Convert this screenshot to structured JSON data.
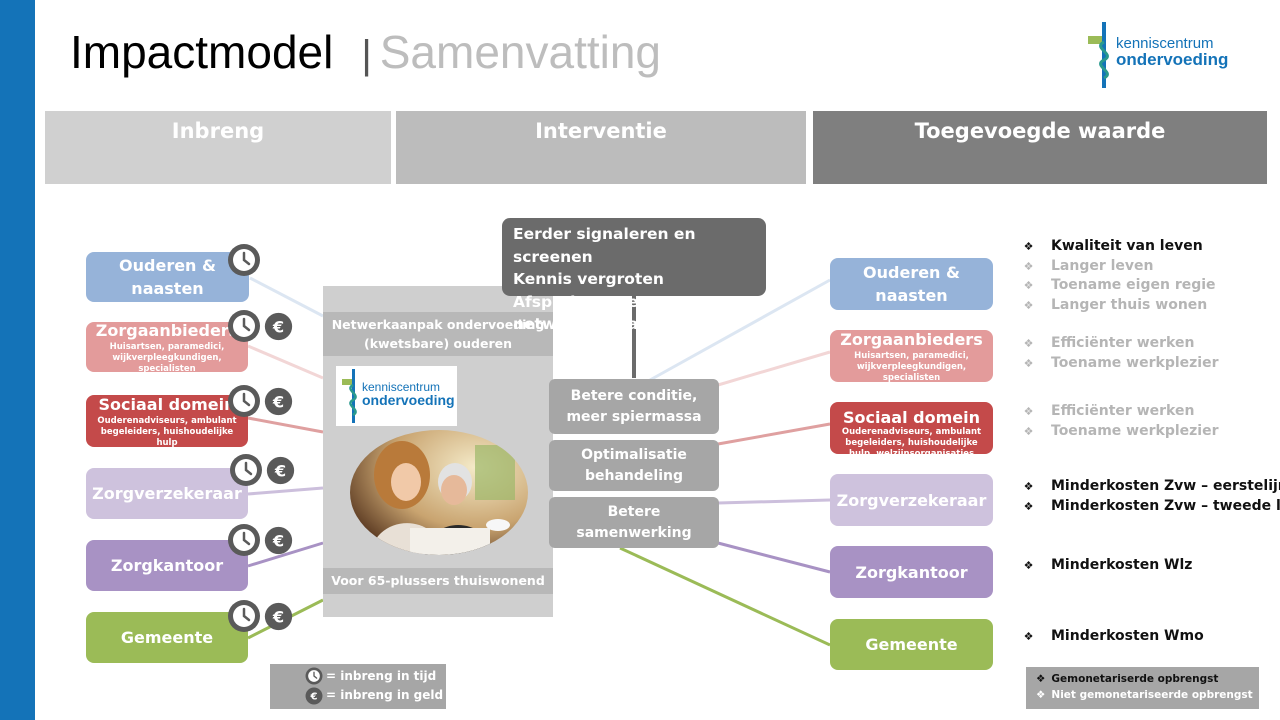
{
  "title": {
    "main": "Impactmodel",
    "separator": "|",
    "sub": "Samenvatting"
  },
  "logo": {
    "line1": "kenniscentrum",
    "line2": "ondervoeding"
  },
  "headers": {
    "inbreng": "Inbreng",
    "interventie": "Interventie",
    "waarde": "Toegevoegde waarde"
  },
  "stakeholders_left": [
    {
      "title": "Ouderen & naasten",
      "sub": ""
    },
    {
      "title": "Zorgaanbieders",
      "sub": "Huisartsen, paramedici, wijkverpleegkundigen, specialisten"
    },
    {
      "title": "Sociaal domein",
      "sub": "Ouderenadviseurs, ambulant begeleiders, huishoudelijke hulp"
    },
    {
      "title": "Zorgverzekeraar",
      "sub": ""
    },
    {
      "title": "Zorgkantoor",
      "sub": ""
    },
    {
      "title": "Gemeente",
      "sub": ""
    }
  ],
  "stakeholders_right": [
    {
      "title": "Ouderen & naasten",
      "sub": ""
    },
    {
      "title": "Zorgaanbieders",
      "sub": "Huisartsen, paramedici, wijkverpleegkundigen, specialisten"
    },
    {
      "title": "Sociaal domein",
      "sub": "Ouderenadviseurs, ambulant begeleiders, huishoudelijke hulp, welzijnsorganisaties"
    },
    {
      "title": "Zorgverzekeraar",
      "sub": ""
    },
    {
      "title": "Zorgkantoor",
      "sub": ""
    },
    {
      "title": "Gemeente",
      "sub": ""
    }
  ],
  "center": {
    "top_label": "Netwerkaanpak ondervoeding (kwetsbare) ouderen",
    "bottom_label": "Voor 65-plussers thuiswonend"
  },
  "intervention_top": [
    "Eerder signaleren en screenen",
    "Kennis vergroten",
    "Afspraken over netwerkaanpak"
  ],
  "outcomes": {
    "conditie": "Betere conditie, meer spiermassa",
    "behandeling": "Optimalisatie behandeling",
    "samenwerking": "Betere samenwerking"
  },
  "values": [
    {
      "items": [
        {
          "text": "Kwaliteit van leven",
          "style": "dark"
        },
        {
          "text": "Langer leven",
          "style": "grey"
        },
        {
          "text": "Toename eigen regie",
          "style": "grey"
        },
        {
          "text": "Langer thuis wonen",
          "style": "grey"
        }
      ]
    },
    {
      "items": [
        {
          "text": "Efficiënter werken",
          "style": "grey"
        },
        {
          "text": "Toename werkplezier",
          "style": "grey"
        }
      ]
    },
    {
      "items": [
        {
          "text": "Efficiënter werken",
          "style": "grey"
        },
        {
          "text": "Toename werkplezier",
          "style": "grey"
        }
      ]
    },
    {
      "items": [
        {
          "text": "Minderkosten Zvw – eerstelijn",
          "style": "dark"
        },
        {
          "text": "Minderkosten Zvw – tweede lijn",
          "style": "dark"
        }
      ]
    },
    {
      "items": [
        {
          "text": "Minderkosten Wlz",
          "style": "dark"
        }
      ]
    },
    {
      "items": [
        {
          "text": "Minderkosten Wmo",
          "style": "dark"
        }
      ]
    }
  ],
  "legend_left": {
    "time": "= inbreng in tijd",
    "money": "= inbreng in geld"
  },
  "legend_right": {
    "monetized": "Gemonetariserde opbrengst",
    "non_monetized": "Niet gemonetariseerde opbrengst"
  },
  "colors": {
    "blue_bar": "#1473b8",
    "ouderen": "#96b3d9",
    "zorgaanbieders": "#e39b9b",
    "sociaal": "#c44a4a",
    "zorgverzekeraar": "#cec2dd",
    "zorgkantoor": "#a892c4",
    "gemeente": "#9bbb57",
    "icon": "#5a5a5a"
  },
  "icons": {
    "time": "clock-icon",
    "money": "euro-icon",
    "bullet": "diamond-bullet-icon"
  }
}
